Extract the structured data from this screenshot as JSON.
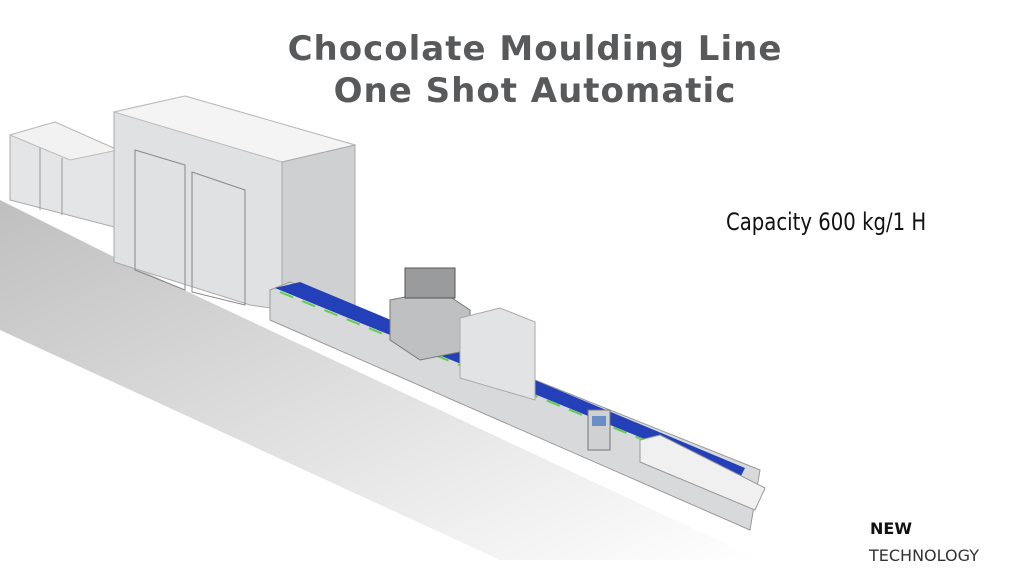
{
  "title": {
    "line1": "Chocolate Moulding Line",
    "line2": "One Shot Automatic"
  },
  "capacity": "Capacity 600 kg/1 H",
  "badge": {
    "new": "NEW",
    "technology": "TECHNOLOGY"
  },
  "colors": {
    "title": "#58595b",
    "steel": "#d9dadc",
    "conveyor": "#1f3fb0",
    "accent": "#4caf50"
  }
}
